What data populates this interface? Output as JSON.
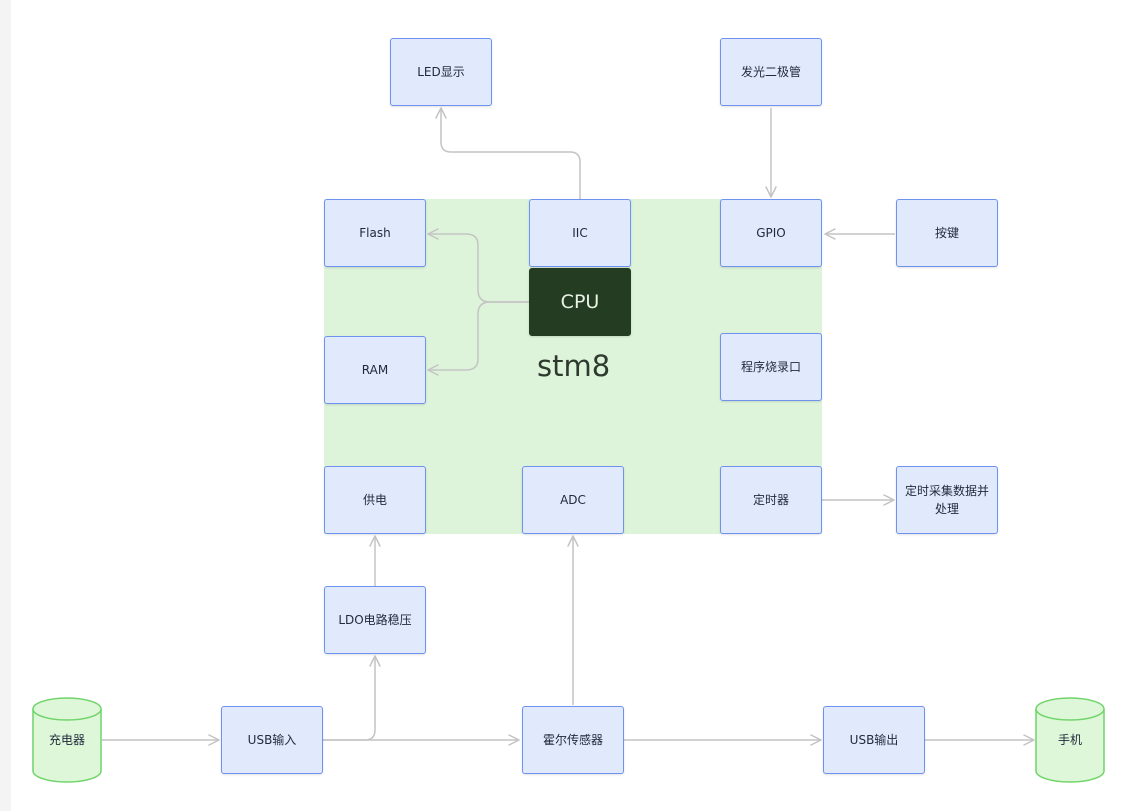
{
  "colors": {
    "node_fill": "#e1e9fd",
    "node_border": "#6e93ef",
    "group_fill": "#ddf3da",
    "cpu_fill": "#243d22",
    "cylinder_fill": "#dff7d9",
    "cylinder_border": "#6fd46a",
    "edge": "#c4c4c4"
  },
  "group": {
    "label": "stm8"
  },
  "nodes": {
    "led_display": "LED显示",
    "led_diode": "发光二极管",
    "flash": "Flash",
    "iic": "IIC",
    "gpio": "GPIO",
    "button": "按键",
    "cpu": "CPU",
    "ram": "RAM",
    "programming_port": "程序烧录口",
    "power_supply": "供电",
    "adc": "ADC",
    "timer": "定时器",
    "timer_process": "定时采集数据并处理",
    "ldo": "LDO电路稳压",
    "usb_input": "USB输入",
    "hall_sensor": "霍尔传感器",
    "usb_output": "USB输出"
  },
  "cylinders": {
    "charger": "充电器",
    "phone": "手机"
  },
  "edges": [
    {
      "from": "iic",
      "to": "led_display"
    },
    {
      "from": "led_diode",
      "to": "gpio"
    },
    {
      "from": "button",
      "to": "gpio"
    },
    {
      "from": "cpu",
      "to": "flash"
    },
    {
      "from": "cpu",
      "to": "ram"
    },
    {
      "from": "timer",
      "to": "timer_process"
    },
    {
      "from": "ldo",
      "to": "power_supply"
    },
    {
      "from": "hall_sensor",
      "to": "adc"
    },
    {
      "from": "charger",
      "to": "usb_input"
    },
    {
      "from": "usb_input",
      "to": "ldo"
    },
    {
      "from": "usb_input",
      "to": "hall_sensor"
    },
    {
      "from": "hall_sensor",
      "to": "usb_output"
    },
    {
      "from": "usb_output",
      "to": "phone"
    }
  ]
}
